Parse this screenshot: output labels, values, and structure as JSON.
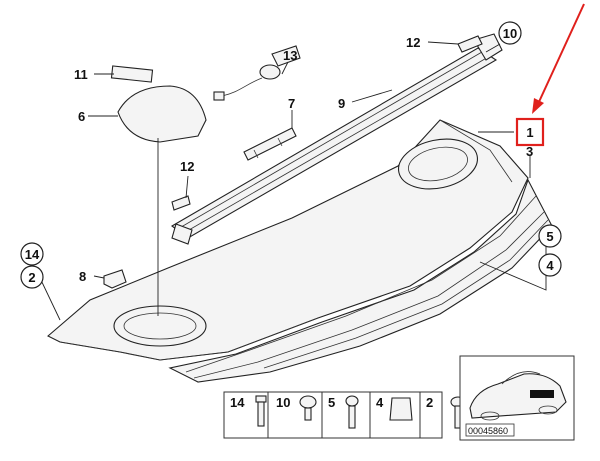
{
  "callouts": {
    "c1": "1",
    "c2": "2",
    "c3": "3",
    "c4": "4",
    "c5": "5",
    "c6": "6",
    "c7": "7",
    "c8": "8",
    "c9": "9",
    "c10": "10",
    "c11": "11",
    "c12a": "12",
    "c12b": "12",
    "c13": "13",
    "c14": "14"
  },
  "legend": {
    "l14": "14",
    "l10": "10",
    "l5": "5",
    "l4": "4",
    "l2": "2"
  },
  "diagram_code": "00045860",
  "colors": {
    "highlight_box": "#e0201c",
    "arrow": "#e0201c",
    "ink": "#222222"
  }
}
